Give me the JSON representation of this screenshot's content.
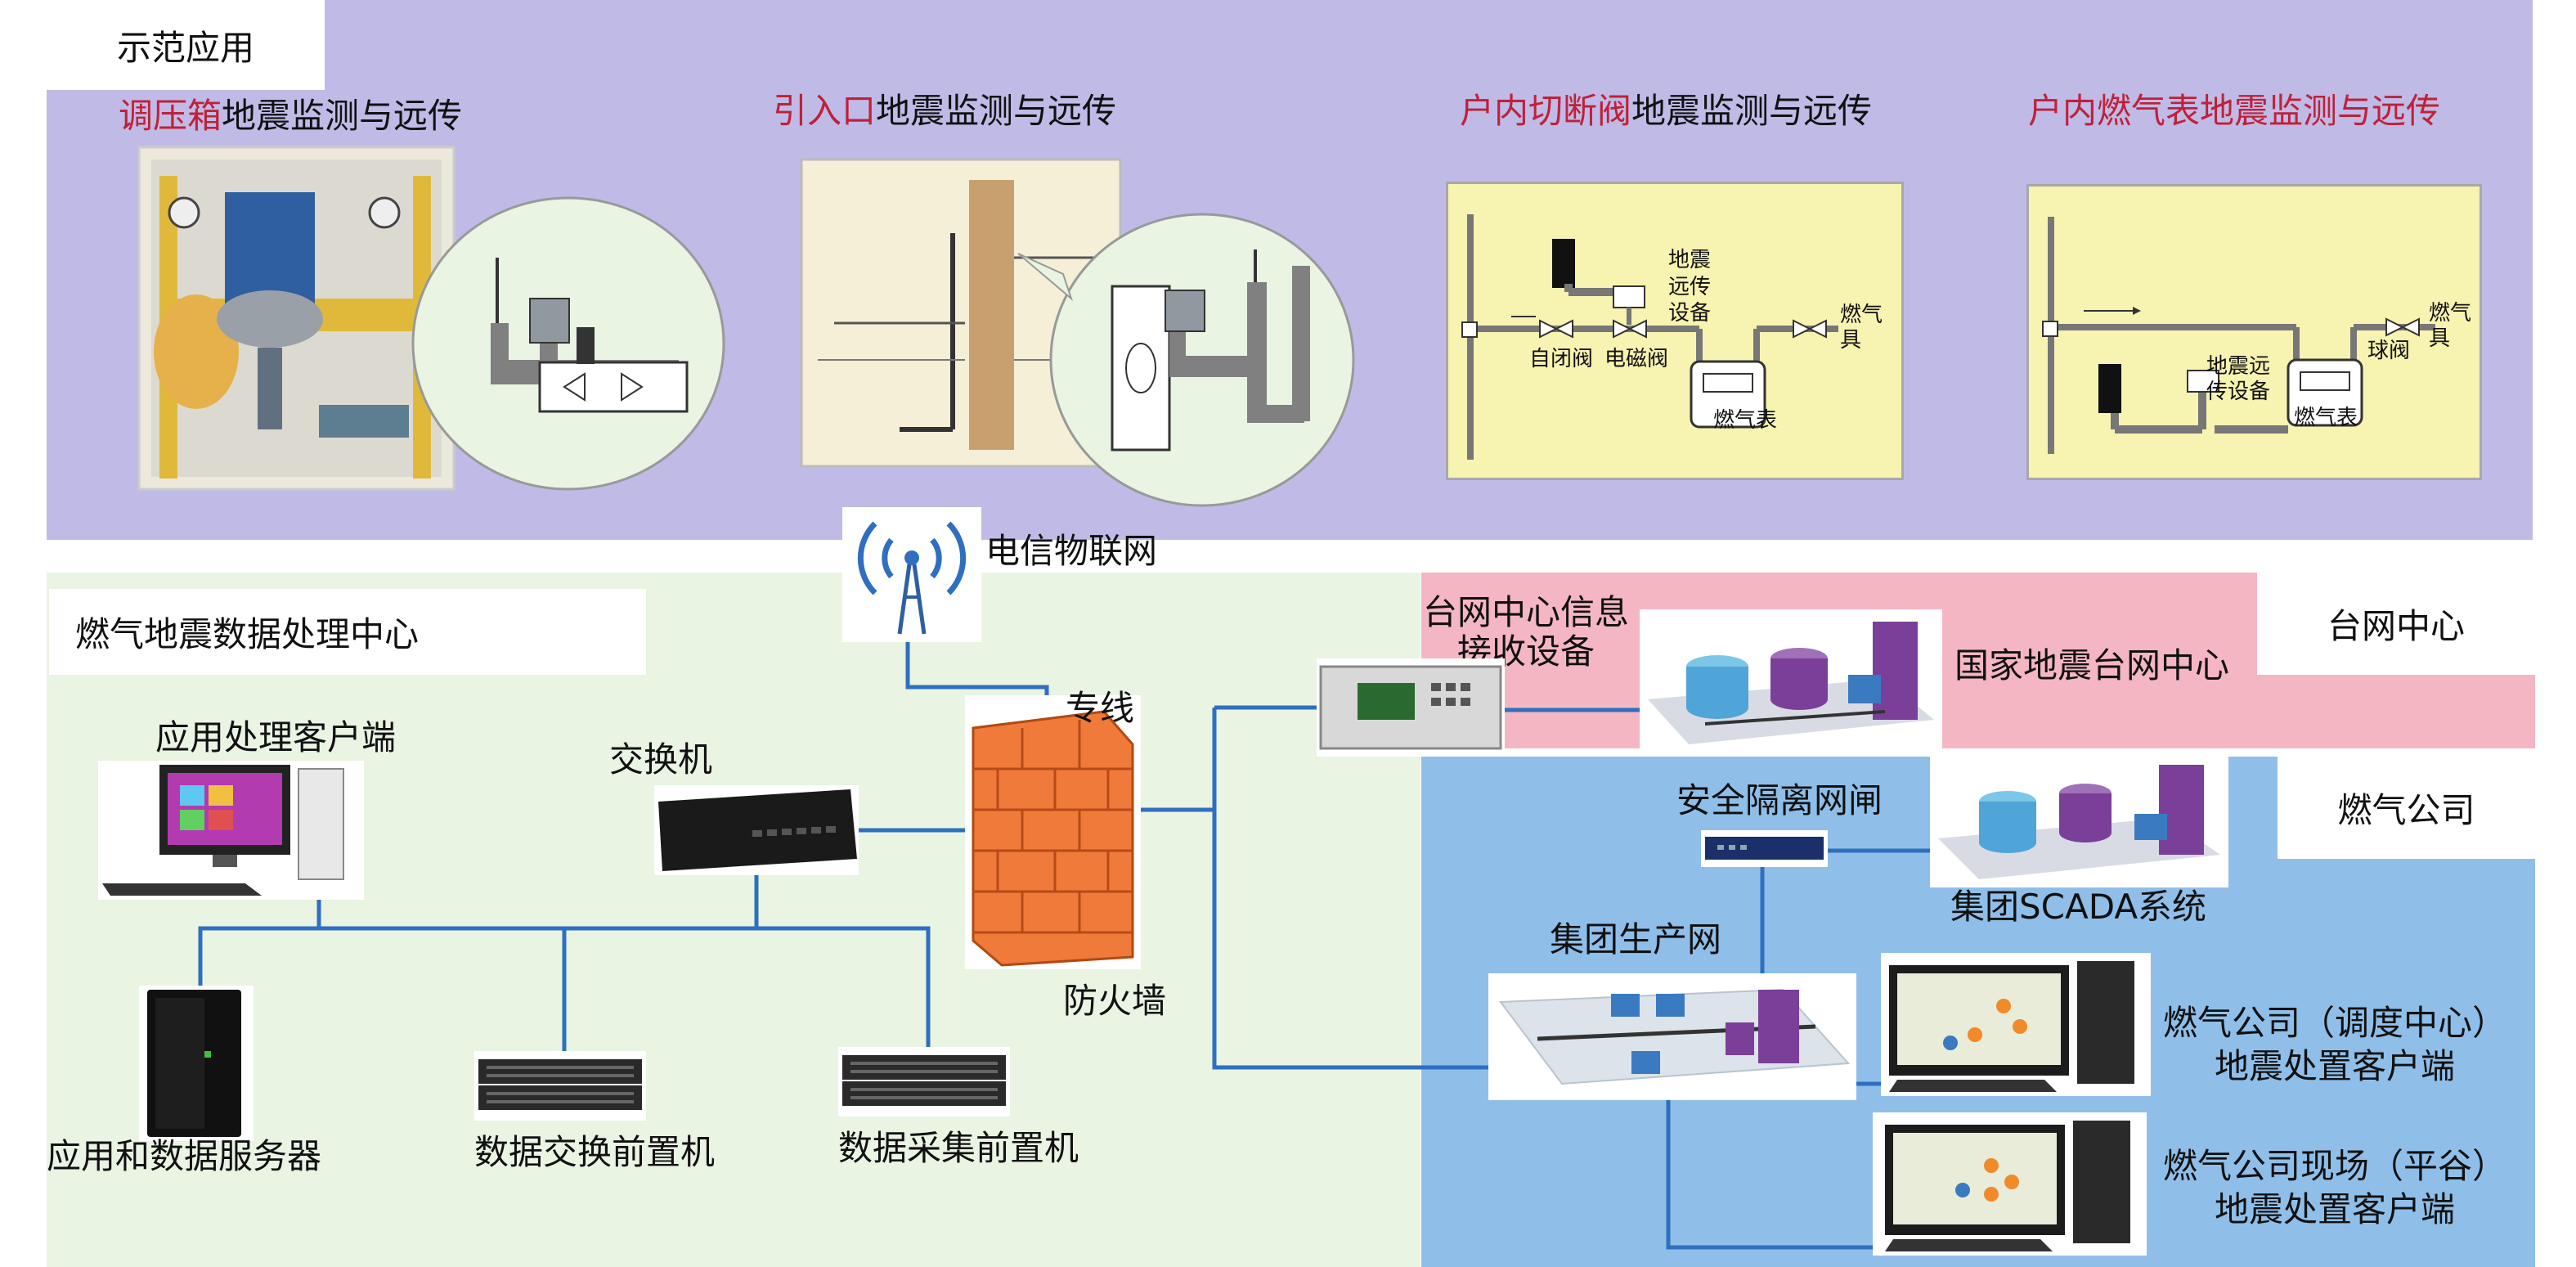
{
  "colors": {
    "demo_bg": "#bfbbe6",
    "processing_bg": "#e9f4e3",
    "network_center_bg": "#f5b6c3",
    "gas_company_bg": "#8fbfe9",
    "callout_yellow": "#f7f3b0",
    "red_text": "#c0203a",
    "line_blue": "#2f6fc0",
    "firewall": "#f07a3a"
  },
  "demo": {
    "title": "示范应用",
    "item1": {
      "highlight": "调压箱",
      "rest": "地震监测与远传"
    },
    "item2": {
      "highlight": "引入口",
      "rest": "地震监测与远传"
    },
    "item3": {
      "highlight": "户内切断阀",
      "rest": "地震监测与远传"
    },
    "item4": {
      "highlight": "户内燃气表地震监测与远传",
      "rest": ""
    },
    "valve_diagram": {
      "quake_device": "地震\n远传\n设备",
      "self_close_valve": "自闭阀",
      "solenoid_valve": "电磁阀",
      "gas_meter": "燃气表",
      "gas_appliance": "燃气\n具"
    },
    "meter_diagram": {
      "quake_device": "地震远\n传设备",
      "ball_valve": "球阀",
      "gas_appliance": "燃气\n具",
      "gas_meter": "燃气表"
    }
  },
  "network": {
    "iot_label": "电信物联网",
    "dedicated_line": "专线",
    "firewall": "防火墙"
  },
  "processing_center": {
    "title": "燃气地震数据处理中心",
    "client": "应用处理客户端",
    "switch": "交换机",
    "app_server": "应用和数据服务器",
    "exchange_front": "数据交换前置机",
    "collect_front": "数据采集前置机"
  },
  "network_center": {
    "title": "台网中心",
    "receiver": "台网中心信息\n接收设备",
    "national": "国家地震台网中心"
  },
  "gas_company": {
    "title": "燃气公司",
    "gateway": "安全隔离网闸",
    "scada": "集团SCADA系统",
    "production_net": "集团生产网",
    "dispatch_client": "燃气公司（调度中心）\n地震处置客户端",
    "field_client": "燃气公司现场（平谷）\n地震处置客户端"
  }
}
